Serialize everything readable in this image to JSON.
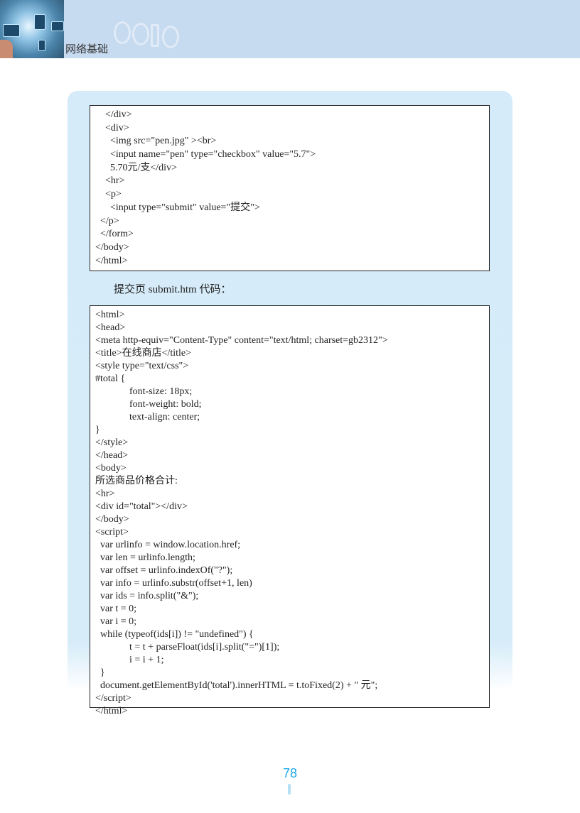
{
  "header": {
    "title": "网络基础"
  },
  "code_block_1": {
    "lines": [
      "    </div>",
      "    <div>",
      "      <img src=\"pen.jpg\" ><br>",
      "      <input name=\"pen\" type=\"checkbox\" value=\"5.7\">",
      "      5.70元/支</div>",
      "    <hr>",
      "    <p>",
      "      <input type=\"submit\" value=\"提交\">",
      "  </p>",
      "  </form>",
      "</body>",
      "</html>"
    ]
  },
  "caption": "提交页 submit.htm 代码：",
  "code_block_2": {
    "lines": [
      "<html>",
      "<head>",
      "<meta http-equiv=\"Content-Type\" content=\"text/html; charset=gb2312\">",
      "<title>在线商店</title>",
      "<style type=\"text/css\">",
      "#total {",
      "\tfont-size: 18px;",
      "\tfont-weight: bold;",
      "\ttext-align: center;",
      "}",
      "</style>",
      "</head>",
      "<body>",
      "所选商品价格合计:",
      "<hr>",
      "<div id=\"total\"></div>",
      "</body>",
      "<script>",
      "  var urlinfo = window.location.href;",
      "  var len = urlinfo.length;",
      "  var offset = urlinfo.indexOf(\"?\");",
      "  var info = urlinfo.substr(offset+1, len)",
      "  var ids = info.split(\"&\");",
      "  var t = 0;",
      "  var i = 0;",
      "  while (typeof(ids[i]) != \"undefined\") {",
      "\tt = t + parseFloat(ids[i].split(\"=\")[1]);",
      "\ti = i + 1;",
      "  }",
      "  document.getElementById('total').innerHTML = t.toFixed(2) + \" 元\";",
      "</script>",
      "</html>"
    ]
  },
  "page_number": "78",
  "colors": {
    "header_bg": "#c6daf0",
    "panel_bg": "#d6ecf9",
    "page_number": "#1aa7e8"
  }
}
